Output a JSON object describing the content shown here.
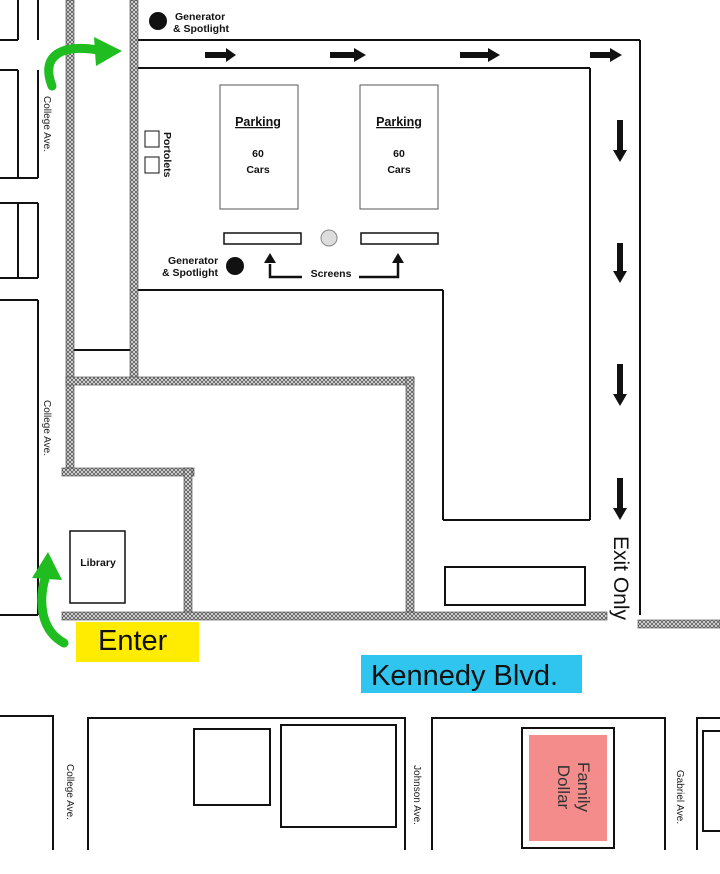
{
  "map": {
    "labels": {
      "generator_top": [
        "Generator",
        "& Spotlight"
      ],
      "generator_mid": [
        "Generator",
        "& Spotlight"
      ],
      "parking_left": {
        "title": "Parking",
        "count": "60",
        "unit": "Cars"
      },
      "parking_right": {
        "title": "Parking",
        "count": "60",
        "unit": "Cars"
      },
      "portolets": "Portolets",
      "screens": "Screens",
      "library": "Library",
      "enter": "Enter",
      "exit_only": "Exit Only",
      "kennedy": "Kennedy Blvd.",
      "college_1": "College Ave.",
      "college_2": "College Ave.",
      "college_3": "College Ave.",
      "johnson": "Johnson Ave.",
      "gabriel": "Gabriel Ave.",
      "family_dollar": [
        "Family",
        "Dollar"
      ]
    },
    "colors": {
      "enter_bg": "#ffec00",
      "kennedy_bg": "#2fc5ee",
      "family_dollar_fill": "#f48c8c",
      "arrow_green": "#1fbd1f",
      "line": "#111111"
    }
  }
}
